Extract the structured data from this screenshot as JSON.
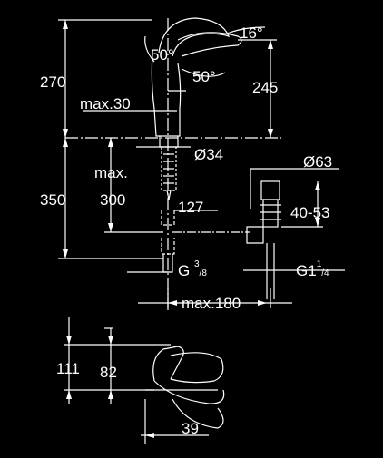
{
  "top_view": {
    "dim_height_total": "270",
    "dim_spout_height": "245",
    "dim_angle_16": "16°",
    "dim_angle_50_left": "50°",
    "dim_angle_50_right": "50°",
    "dim_max30": "max.30",
    "dim_diameter_34": "Ø34",
    "dim_max": "max.",
    "dim_diameter_63": "Ø63",
    "dim_350": "350",
    "dim_300": "300",
    "dim_127": "127",
    "dim_40_53": "40-53",
    "dim_g38_prefix": "G",
    "dim_g38_num": "3",
    "dim_g38_den": "8",
    "dim_g114_prefix": "G1",
    "dim_g114_num": "1",
    "dim_g114_den": "4",
    "dim_max180": "max.180"
  },
  "side_view": {
    "dim_111": "111",
    "dim_82": "82",
    "dim_39": "39"
  }
}
